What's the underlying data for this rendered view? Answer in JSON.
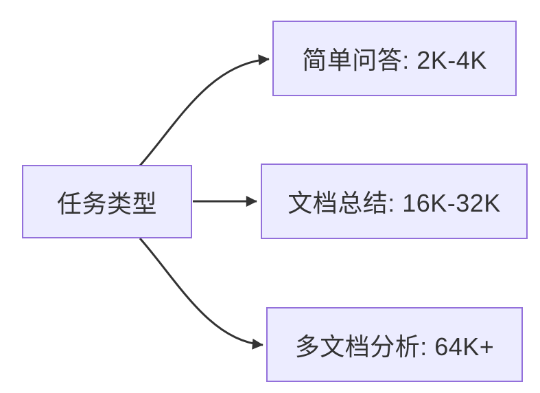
{
  "diagram": {
    "type": "flowchart",
    "direction": "left-to-right",
    "root": {
      "id": "task-type",
      "label": "任务类型"
    },
    "nodes": [
      {
        "id": "simple-qa",
        "label": "简单问答: 2K-4K"
      },
      {
        "id": "doc-summary",
        "label": "文档总结: 16K-32K"
      },
      {
        "id": "multi-doc",
        "label": "多文档分析: 64K+"
      }
    ],
    "edges": [
      {
        "from": "task-type",
        "to": "simple-qa"
      },
      {
        "from": "task-type",
        "to": "doc-summary"
      },
      {
        "from": "task-type",
        "to": "multi-doc"
      }
    ],
    "colors": {
      "node_fill": "#ECECFF",
      "node_border": "#9370DB",
      "edge_stroke": "#333333",
      "text": "#333333",
      "background": "#FFFFFF"
    }
  }
}
